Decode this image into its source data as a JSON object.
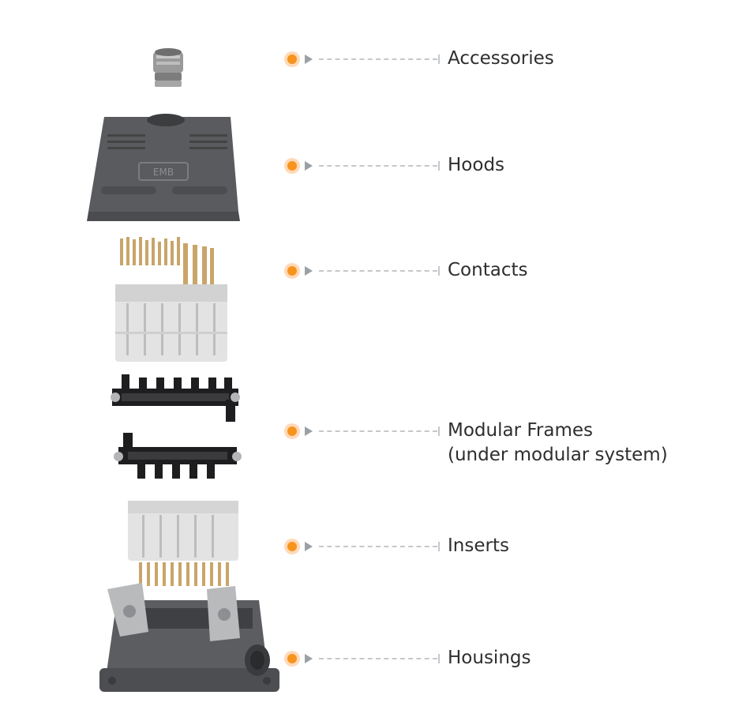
{
  "labels": {
    "accessories": "Accessories",
    "hoods": "Hoods",
    "contacts": "Contacts",
    "modular_frames_line1": "Modular Frames",
    "modular_frames_line2": "(under modular system)",
    "inserts": "Inserts",
    "housings": "Housings"
  },
  "hood_embossed_text": "EMB",
  "colors": {
    "accent": "#f7941d",
    "housing": "#5b5d60",
    "frame": "#1e1e20",
    "insert": "#e3e3e3",
    "brass": "#c9a56a",
    "text": "#2e2e2e"
  }
}
